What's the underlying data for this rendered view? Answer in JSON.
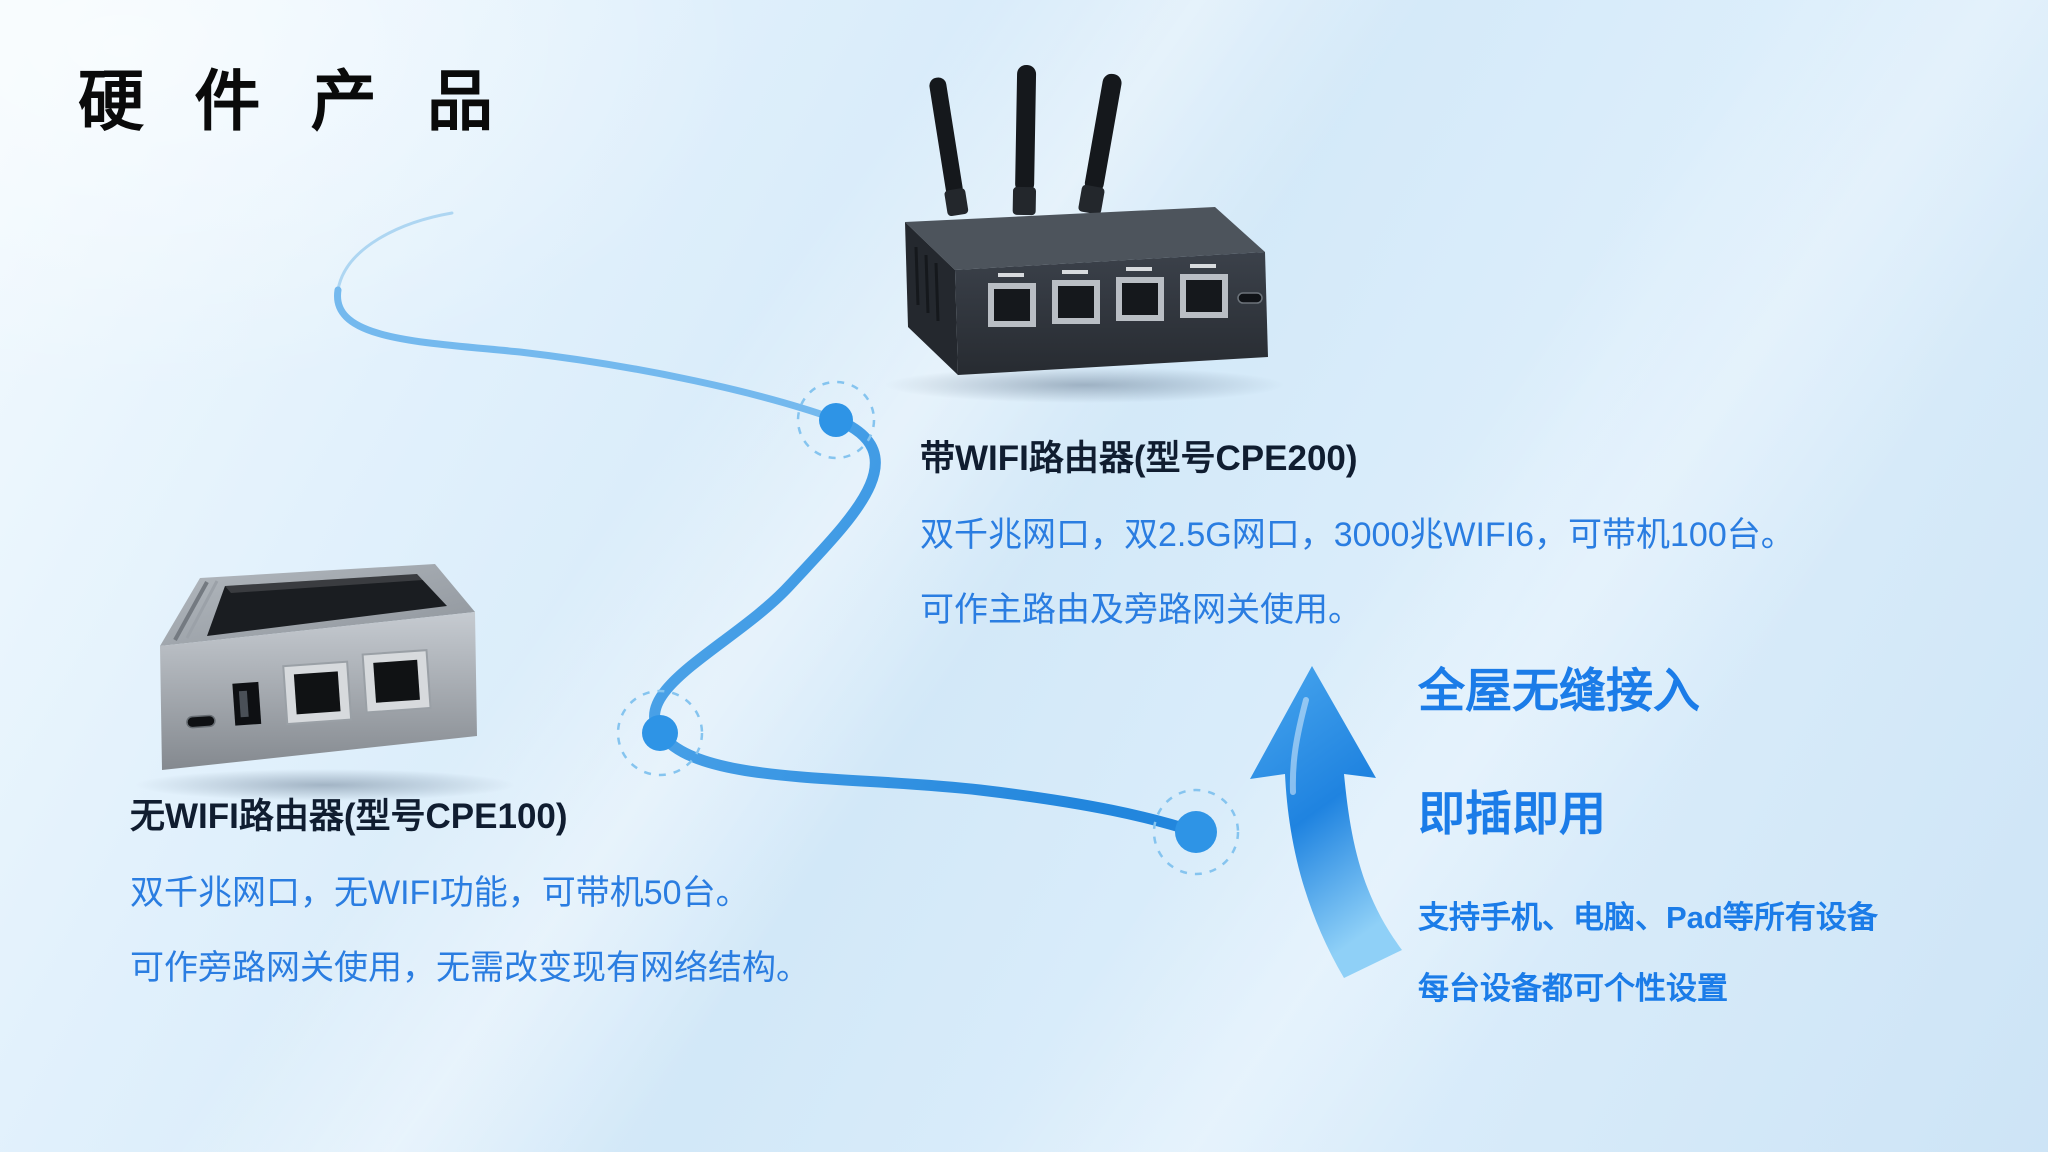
{
  "page": {
    "title": "硬 件 产 品"
  },
  "products": [
    {
      "id": "cpe200",
      "name": "带WIFI路由器(型号CPE200)",
      "desc1": "双千兆网口，双2.5G网口，3000兆WIFI6，可带机100台。",
      "desc2": "可作主路由及旁路网关使用。"
    },
    {
      "id": "cpe100",
      "name": "无WIFI路由器(型号CPE100)",
      "desc1": "双千兆网口，无WIFI功能，可带机50台。",
      "desc2": "可作旁路网关使用，无需改变现有网络结构。"
    }
  ],
  "features": {
    "headline1": "全屋无缝接入",
    "headline2": "即插即用",
    "point1": "支持手机、电脑、Pad等所有设备",
    "point2": "每台设备都可个性设置"
  },
  "colors": {
    "accent_blue": "#1b7ce8",
    "description_blue": "#2a7de1",
    "title_black": "#0a0a0a",
    "connector_blue": "#3e9ce6",
    "device_dark_gray": "#31363d",
    "device_silver": "#aab0b7"
  }
}
